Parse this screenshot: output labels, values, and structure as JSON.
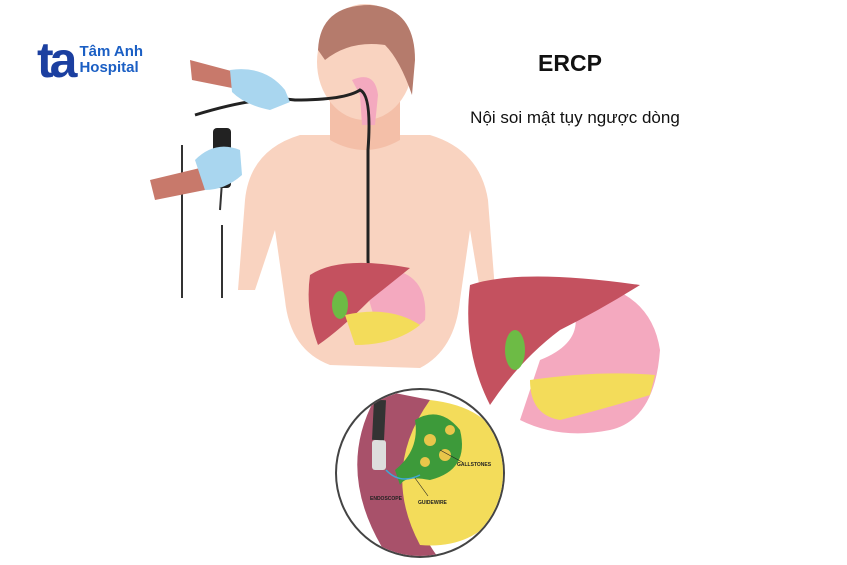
{
  "logo": {
    "mark": "ta",
    "line1": "Tâm Anh",
    "line2": "Hospital"
  },
  "title": "ERCP",
  "subtitle": "Nội soi mật tụy ngược dòng",
  "labels": {
    "gallstones": "GALLSTONES",
    "endoscope": "ENDOSCOPE",
    "guidewire": "GUIDEWIRE"
  },
  "colors": {
    "brand": "#1b3fa0",
    "skin": "#f9d3c0",
    "liver": "#c4515f",
    "gallbladder": "#6dbb45",
    "pancreas": "#f3dc5a",
    "stomach": "#f4a9bf",
    "glove": "#a9d6ef"
  }
}
